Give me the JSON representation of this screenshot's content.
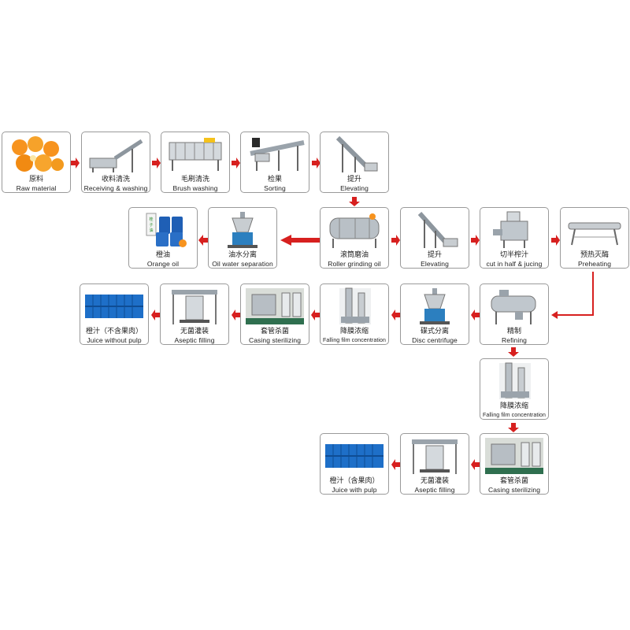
{
  "steps": {
    "raw_material": {
      "zh": "原料",
      "en": "Raw material"
    },
    "receiving_washing": {
      "zh": "收料清洗",
      "en": "Receiving & washing"
    },
    "brush_washing": {
      "zh": "毛刷清洗",
      "en": "Brush washing"
    },
    "sorting": {
      "zh": "检果",
      "en": "Sorting"
    },
    "elevating_1": {
      "zh": "提升",
      "en": "Elevating"
    },
    "roller_grinding": {
      "zh": "滚筒磨油",
      "en": "Roller grinding oil"
    },
    "oil_water_separation": {
      "zh": "油水分离",
      "en": "Oil water separation"
    },
    "orange_oil": {
      "zh": "橙油",
      "en": "Orange oil"
    },
    "elevating_2": {
      "zh": "提升",
      "en": "Elevating"
    },
    "cut_juicing": {
      "zh": "切半榨汁",
      "en": "cut in half & jucing"
    },
    "preheating": {
      "zh": "预热灭酶",
      "en": "Preheating"
    },
    "refining": {
      "zh": "精制",
      "en": "Refining"
    },
    "disc_centrifuge": {
      "zh": "碟式分离",
      "en": "Disc centrifuge"
    },
    "falling_film_1": {
      "zh": "降膜浓缩",
      "en": "Falling film concentration"
    },
    "casing_sterilizing_1": {
      "zh": "套管杀菌",
      "en": "Casing sterilizing"
    },
    "aseptic_filling_1": {
      "zh": "无菌灌装",
      "en": "Aseptic filling"
    },
    "juice_without_pulp": {
      "zh": "橙汁（不含果肉）",
      "en": "Juice without pulp"
    },
    "falling_film_2": {
      "zh": "降膜浓缩",
      "en": "Falling film concentration"
    },
    "casing_sterilizing_2": {
      "zh": "套管杀菌",
      "en": "Casing sterilizing"
    },
    "aseptic_filling_2": {
      "zh": "无菌灌装",
      "en": "Aseptic filling"
    },
    "juice_with_pulp": {
      "zh": "橙汁（含果肉）",
      "en": "Juice with pulp"
    }
  },
  "jar_label": "桂子油",
  "colors": {
    "arrow": "#d7201f",
    "border": "#9a9a9a",
    "orange": "#f39a1e",
    "steel": "#9aa3ab",
    "blue_tank": "#1f5fb5",
    "drum_blue": "#1e6fc8"
  }
}
